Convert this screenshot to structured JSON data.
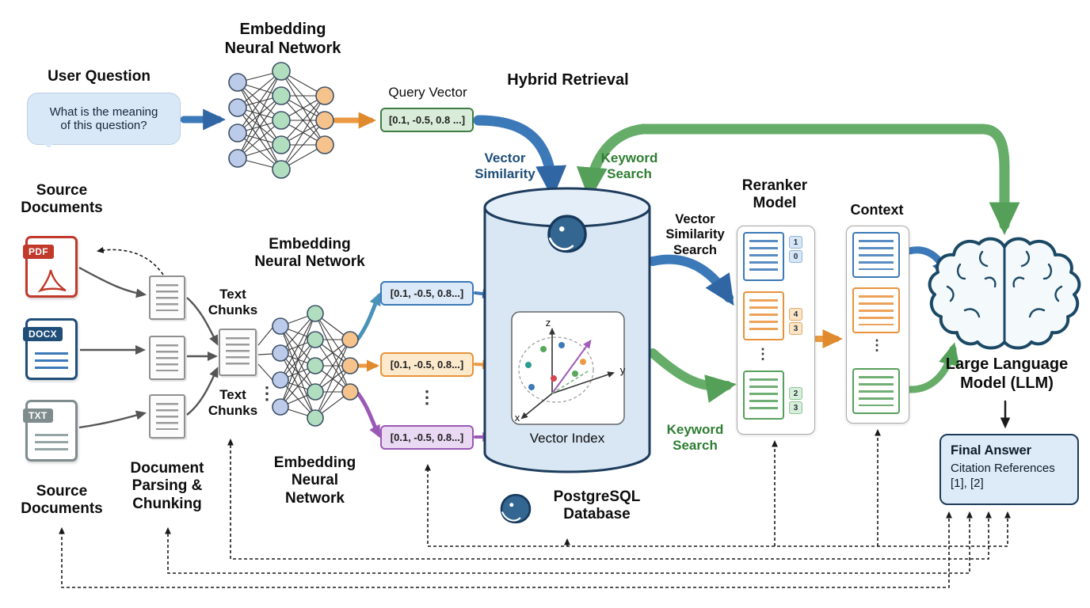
{
  "top": {
    "embedding_nn_title": "Embedding\nNeural Network",
    "user_question_title": "User Question",
    "bubble_text": "What is the meaning\nof this question?",
    "query_vector_label": "Query Vector",
    "query_vector_value": "[0.1, -0.5, 0.8 ...]",
    "hybrid_retrieval_title": "Hybrid Retrieval",
    "vector_similarity": "Vector\nSimilarity",
    "keyword_search": "Keyword\nSearch"
  },
  "sources": {
    "title_top": "Source\nDocuments",
    "title_bottom": "Source\nDocuments",
    "pdf": "PDF",
    "docx": "DOCX",
    "txt": "TXT",
    "parsing_label": "Document\nParsing &\nChunking",
    "chunks_top": "Text\nChunks",
    "chunks_bottom": "Text\nChunks"
  },
  "embedding": {
    "nn_mid_title": "Embedding\nNeural Network",
    "nn_bottom_title": "Embedding\nNeural\nNetwork",
    "vec_blue": "[0.1, -0.5, 0.8...]",
    "vec_orange": "[0.1, -0.5, 0.8...]",
    "vec_purple": "[0.1, -0.5, 0.8...]",
    "ellipsis": "⋮"
  },
  "database": {
    "vector_index": "Vector Index",
    "name": "PostgreSQL\nDatabase",
    "axis_x": "x",
    "axis_y": "y",
    "axis_z": "z"
  },
  "retrieval": {
    "vector_similarity_search": "Vector\nSimilarity\nSearch",
    "keyword_search": "Keyword\nSearch",
    "reranker_title": "Reranker\nModel",
    "context_title": "Context",
    "dots": "⋮",
    "badges": {
      "b1": "1",
      "b2": "0",
      "b3": "4",
      "b4": "3",
      "b5": "2",
      "b6": "3"
    }
  },
  "llm": {
    "title": "Large Language\nModel (LLM)",
    "final_answer_title": "Final Answer",
    "citation_line": "Citation References",
    "citation_refs": "[1], [2]"
  },
  "colors": {
    "blue": "#3c79b8",
    "green": "#65ad68",
    "orange": "#eb9a43",
    "purple": "#9b59b6",
    "navy": "#1d3c5c",
    "db_fill": "#d9e7f4"
  }
}
